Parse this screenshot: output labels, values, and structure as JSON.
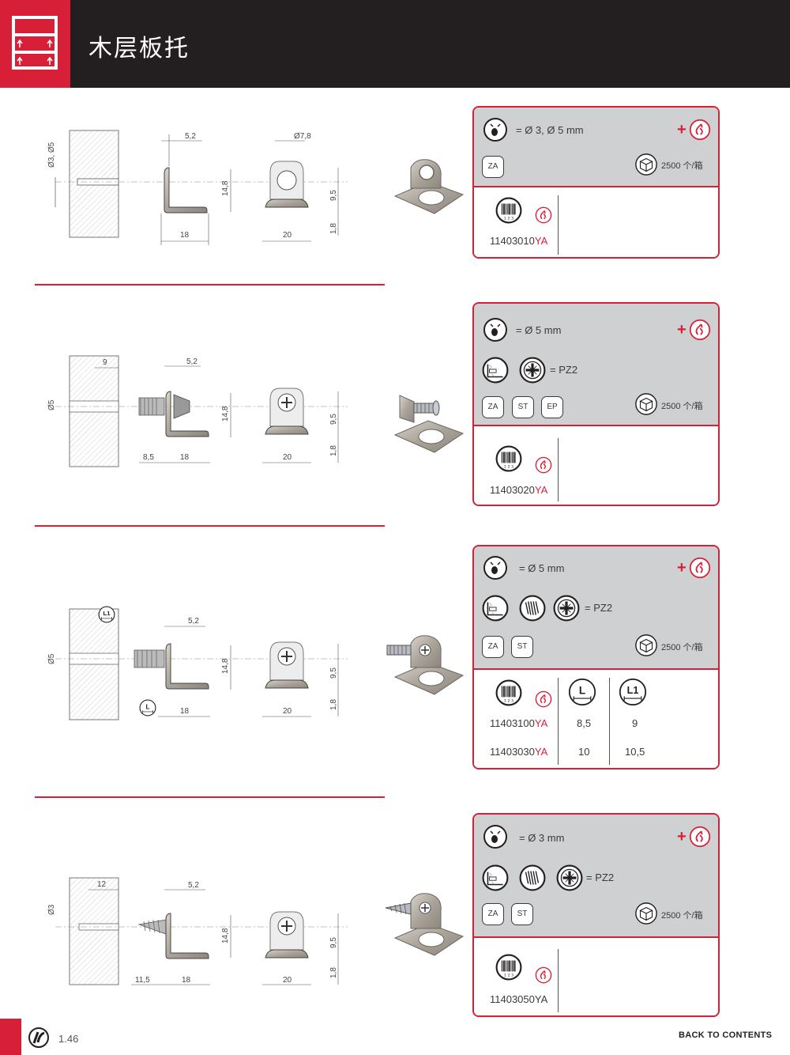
{
  "header": {
    "title": "木层板托",
    "accent": "#d71f37",
    "bar_color": "#231f20"
  },
  "dims": {
    "d1": "Ø3, Ø5",
    "d5": "Ø5",
    "d3": "Ø3",
    "w52": "5,2",
    "h148": "14,8",
    "w18": "18",
    "d78": "Ø7,8",
    "h95": "9,5",
    "h18": "1,8",
    "w20": "20",
    "l9": "9",
    "l85": "8,5",
    "l12": "12",
    "l115": "11,5",
    "L1": "L1",
    "L": "L"
  },
  "products": [
    {
      "hole": "= Ø 3, Ø 5 mm",
      "pack": "2500 个/箱",
      "finishes": [
        "ZA"
      ],
      "code_main": "11403010",
      "code_ya": "YA"
    },
    {
      "hole": "= Ø 5 mm",
      "drive": "= PZ2",
      "pack": "2500 个/箱",
      "finishes": [
        "ZA",
        "ST",
        "EP"
      ],
      "code_main": "11403020",
      "code_ya": "YA"
    },
    {
      "hole": "= Ø 5 mm",
      "drive": "= PZ2",
      "pack": "2500 个/箱",
      "finishes": [
        "ZA",
        "ST"
      ],
      "rows": [
        {
          "code_main": "11403100",
          "code_ya": "YA",
          "L": "8,5",
          "L1": "9"
        },
        {
          "code_main": "11403030",
          "code_ya": "YA",
          "L": "10",
          "L1": "10,5"
        }
      ]
    },
    {
      "hole": "= Ø 3 mm",
      "drive": "= PZ2",
      "pack": "2500 个/箱",
      "finishes": [
        "ZA",
        "ST"
      ],
      "code": "11403050YA"
    }
  ],
  "footer": {
    "page": "1.46",
    "back": "BACK TO CONTENTS"
  }
}
